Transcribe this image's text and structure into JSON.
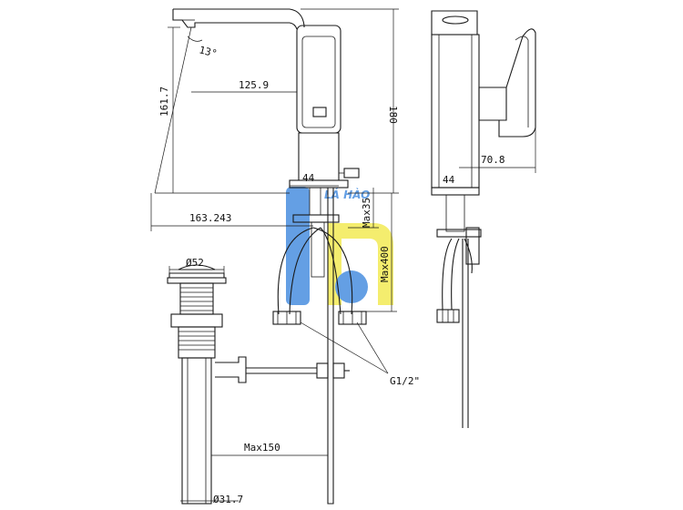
{
  "dimensions": {
    "angle": "13°",
    "spout_reach": "125.9",
    "spout_height": "161.7",
    "total_height": "180",
    "base_left": "44",
    "base_right": "44",
    "overall_length": "163.243",
    "lever_depth": "70.8",
    "max_35": "Max35",
    "max_400": "Max400",
    "connector": "G1/2\"",
    "drain_head": "Ø52",
    "drain_pipe": "Ø31.7",
    "max_150": "Max150"
  },
  "watermark": {
    "text": "LÁ HÀO",
    "colors": {
      "blue": "#4a8fe0",
      "yellow": "#f3ea55"
    }
  }
}
